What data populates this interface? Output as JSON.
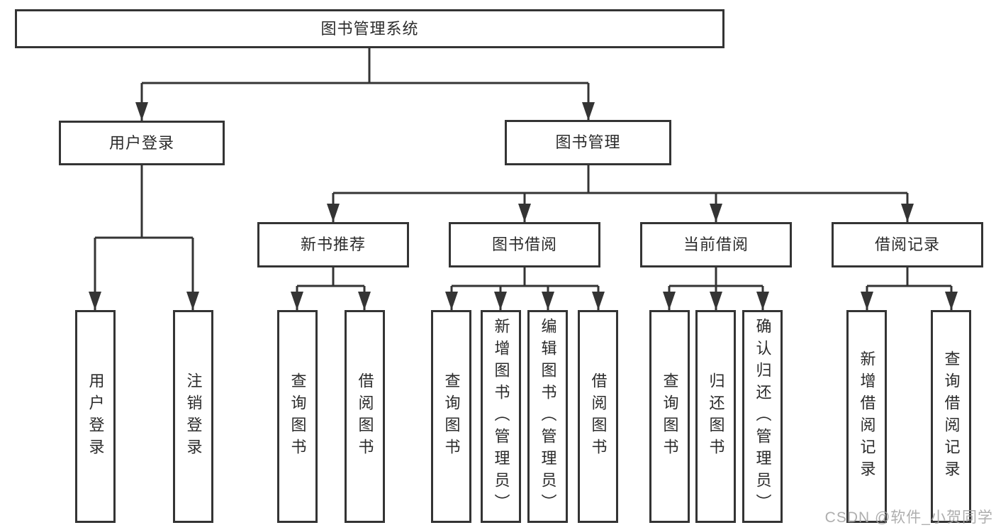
{
  "diagram": {
    "title": "图书管理系统",
    "root": {
      "label": "图书管理系统"
    },
    "level2": [
      {
        "label": "用户登录"
      },
      {
        "label": "图书管理"
      }
    ],
    "level3": [
      {
        "label": "新书推荐"
      },
      {
        "label": "图书借阅"
      },
      {
        "label": "当前借阅"
      },
      {
        "label": "借阅记录"
      }
    ],
    "leaves": {
      "login": [
        {
          "label": "用户登录"
        },
        {
          "label": "注销登录"
        }
      ],
      "newbook": [
        {
          "label": "查询图书"
        },
        {
          "label": "借阅图书"
        }
      ],
      "borrow": [
        {
          "label": "查询图书"
        },
        {
          "label": "新增图书（管理员）"
        },
        {
          "label": "编辑图书（管理员）"
        },
        {
          "label": "借阅图书"
        }
      ],
      "current": [
        {
          "label": "查询图书"
        },
        {
          "label": "归还图书"
        },
        {
          "label": "确认归还（管理员）"
        }
      ],
      "record": [
        {
          "label": "新增借阅记录"
        },
        {
          "label": "查询借阅记录"
        }
      ]
    },
    "colors": {
      "line": "#343434",
      "text": "#2b2b2b",
      "background": "#ffffff",
      "watermark": "#a5a5a5"
    },
    "watermark": "CSDN @软件_小贺同学"
  }
}
